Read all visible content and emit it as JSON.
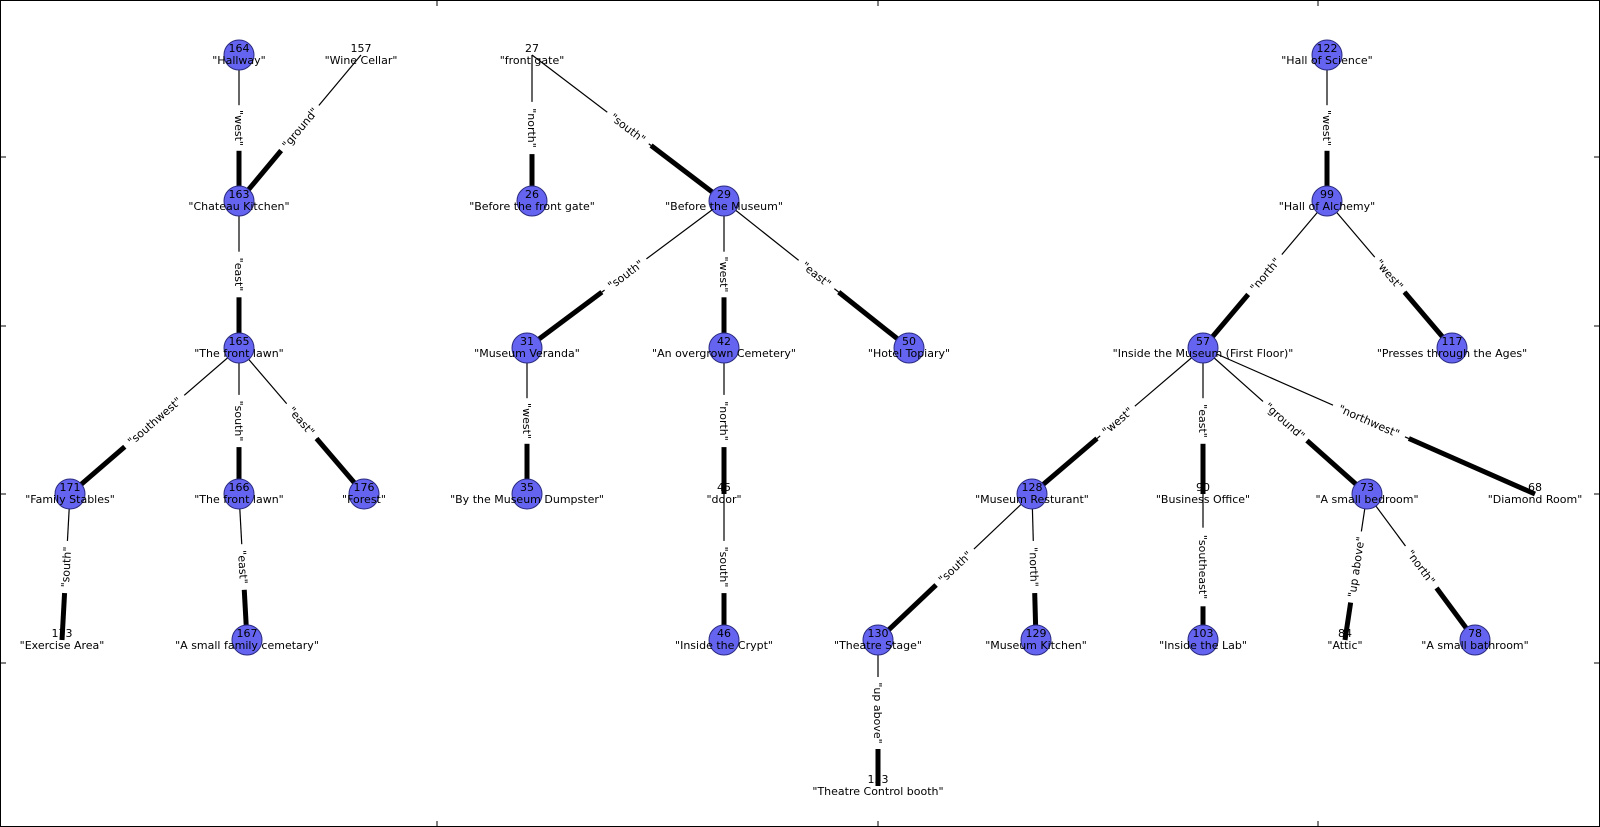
{
  "nodes": [
    {
      "id": "164",
      "label": "\"Hallway\"",
      "filled": true
    },
    {
      "id": "157",
      "label": "\"Wine Cellar\"",
      "filled": false
    },
    {
      "id": "163",
      "label": "\"Chateau Kitchen\"",
      "filled": true
    },
    {
      "id": "165",
      "label": "\"The front lawn\"",
      "filled": true
    },
    {
      "id": "171",
      "label": "\"Family Stables\"",
      "filled": true
    },
    {
      "id": "166",
      "label": "\"The front lawn\"",
      "filled": true
    },
    {
      "id": "176",
      "label": "\"Forest\"",
      "filled": true
    },
    {
      "id": "173",
      "label": "\"Exercise Area\"",
      "filled": false
    },
    {
      "id": "167",
      "label": "\"A small family cemetary\"",
      "filled": true
    },
    {
      "id": "27",
      "label": "\"front gate\"",
      "filled": false
    },
    {
      "id": "26",
      "label": "\"Before the front gate\"",
      "filled": true
    },
    {
      "id": "29",
      "label": "\"Before the Museum\"",
      "filled": true
    },
    {
      "id": "31",
      "label": "\"Museum Veranda\"",
      "filled": true
    },
    {
      "id": "42",
      "label": "\"An overgrown Cemetery\"",
      "filled": true
    },
    {
      "id": "50",
      "label": "\"Hotel Topiary\"",
      "filled": true
    },
    {
      "id": "35",
      "label": "\"By the Museum Dumpster\"",
      "filled": true
    },
    {
      "id": "45",
      "label": "\"door\"",
      "filled": false
    },
    {
      "id": "46",
      "label": "\"Inside the Crypt\"",
      "filled": true
    },
    {
      "id": "122",
      "label": "\"Hall of Science\"",
      "filled": true
    },
    {
      "id": "99",
      "label": "\"Hall of Alchemy\"",
      "filled": true
    },
    {
      "id": "57",
      "label": "\"Inside the Museum (First Floor)\"",
      "filled": true
    },
    {
      "id": "117",
      "label": "\"Presses through the Ages\"",
      "filled": true
    },
    {
      "id": "128",
      "label": "\"Museum Resturant\"",
      "filled": true
    },
    {
      "id": "90",
      "label": "\"Business Office\"",
      "filled": false
    },
    {
      "id": "73",
      "label": "\"A small bedroom\"",
      "filled": true
    },
    {
      "id": "68",
      "label": "\"Diamond Room\"",
      "filled": false
    },
    {
      "id": "130",
      "label": "\"Theatre Stage\"",
      "filled": true
    },
    {
      "id": "129",
      "label": "\"Museum Kitchen\"",
      "filled": true
    },
    {
      "id": "103",
      "label": "\"Inside the Lab\"",
      "filled": true
    },
    {
      "id": "84",
      "label": "\"Attic\"",
      "filled": false
    },
    {
      "id": "78",
      "label": "\"A small bathroom\"",
      "filled": true
    },
    {
      "id": "133",
      "label": "\"Theatre Control booth\"",
      "filled": false
    }
  ],
  "edges": [
    {
      "from": "164",
      "to": "163",
      "label": "\"west\""
    },
    {
      "from": "157",
      "to": "163",
      "label": "\"ground\""
    },
    {
      "from": "163",
      "to": "165",
      "label": "\"east\""
    },
    {
      "from": "165",
      "to": "171",
      "label": "\"southwest\""
    },
    {
      "from": "165",
      "to": "166",
      "label": "\"south\""
    },
    {
      "from": "165",
      "to": "176",
      "label": "\"east\""
    },
    {
      "from": "171",
      "to": "173",
      "label": "\"south\""
    },
    {
      "from": "166",
      "to": "167",
      "label": "\"east\""
    },
    {
      "from": "27",
      "to": "26",
      "label": "\"north\""
    },
    {
      "from": "27",
      "to": "29",
      "label": "\"south\""
    },
    {
      "from": "29",
      "to": "31",
      "label": "\"south\""
    },
    {
      "from": "29",
      "to": "42",
      "label": "\"west\""
    },
    {
      "from": "29",
      "to": "50",
      "label": "\"east\""
    },
    {
      "from": "31",
      "to": "35",
      "label": "\"west\""
    },
    {
      "from": "42",
      "to": "45",
      "label": "\"north\""
    },
    {
      "from": "45",
      "to": "46",
      "label": "\"south\""
    },
    {
      "from": "122",
      "to": "99",
      "label": "\"west\""
    },
    {
      "from": "99",
      "to": "57",
      "label": "\"north\""
    },
    {
      "from": "99",
      "to": "117",
      "label": "\"west\""
    },
    {
      "from": "57",
      "to": "128",
      "label": "\"west\""
    },
    {
      "from": "57",
      "to": "90",
      "label": "\"east\""
    },
    {
      "from": "57",
      "to": "73",
      "label": "\"ground\""
    },
    {
      "from": "57",
      "to": "68",
      "label": "\"northwest\""
    },
    {
      "from": "128",
      "to": "130",
      "label": "\"south\""
    },
    {
      "from": "128",
      "to": "129",
      "label": "\"north\""
    },
    {
      "from": "90",
      "to": "103",
      "label": "\"southeast\""
    },
    {
      "from": "73",
      "to": "84",
      "label": "\"up above\""
    },
    {
      "from": "73",
      "to": "78",
      "label": "\"north\""
    },
    {
      "from": "130",
      "to": "133",
      "label": "\"up above\""
    }
  ]
}
